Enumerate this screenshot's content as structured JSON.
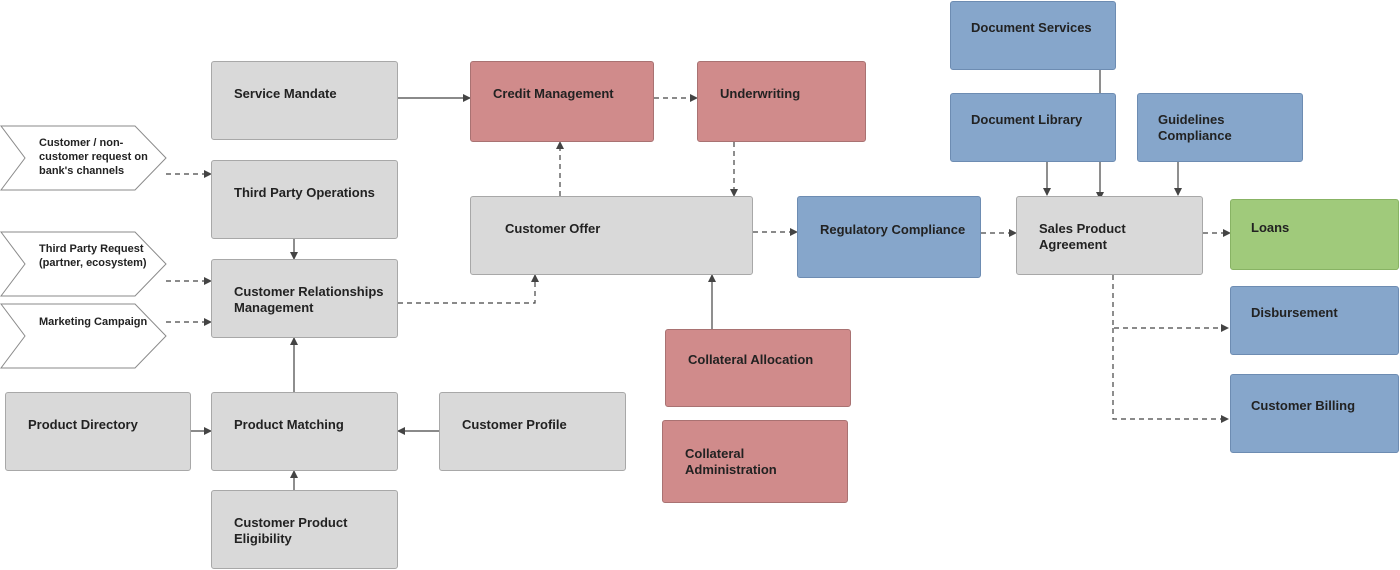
{
  "channels": {
    "customer_request": "Customer / non-customer request on bank's channels",
    "third_party_request": "Third Party Request (partner, ecosystem)",
    "marketing_campaign": "Marketing Campaign"
  },
  "nodes": {
    "service_mandate": "Service Mandate",
    "third_party_operations": "Third Party Operations",
    "customer_relationships_management": "Customer Relationships Management",
    "product_directory": "Product Directory",
    "product_matching": "Product Matching",
    "customer_profile": "Customer Profile",
    "customer_product_eligibility": "Customer Product Eligibility",
    "credit_management": "Credit Management",
    "underwriting": "Underwriting",
    "customer_offer": "Customer Offer",
    "collateral_allocation": "Collateral Allocation",
    "collateral_administration": "Collateral Administration",
    "regulatory_compliance": "Regulatory Compliance",
    "document_services": "Document Services",
    "document_library": "Document Library",
    "guidelines_compliance": "Guidelines Compliance",
    "sales_product_agreement": "Sales Product Agreement",
    "loans": "Loans",
    "disbursement": "Disbursement",
    "customer_billing": "Customer Billing"
  },
  "colors": {
    "neutral": "#d9d9d9",
    "credit_risk": "#d08b8b",
    "compliance_services": "#86a6cb",
    "product": "#a0ca7b",
    "connector": "#444444"
  }
}
